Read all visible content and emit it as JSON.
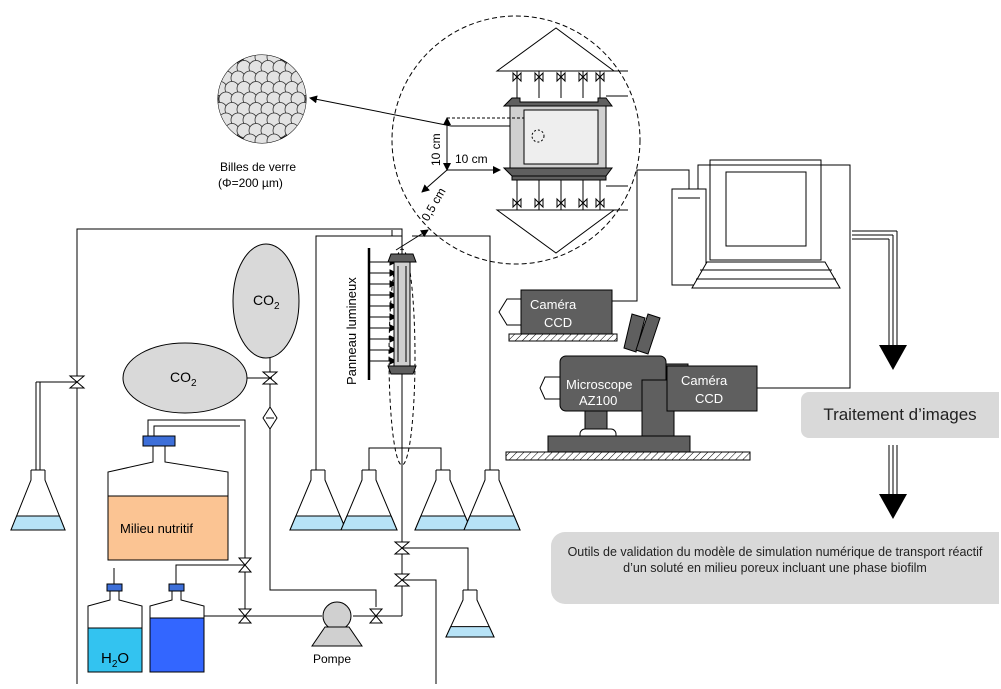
{
  "labels": {
    "billes_line1": "Billes de verre",
    "billes_line2": "(Φ=200 µm)",
    "dim_10cm_vertical": "10 cm",
    "dim_10cm_horizontal": "10 cm",
    "dim_05cm": "0,5 cm",
    "panneau": "Panneau lumineux",
    "co2_top": "CO",
    "co2_left": "CO",
    "co2_subscript": "2",
    "milieu": "Milieu nutritif",
    "h2o_main": "H",
    "h2o_sub": "2",
    "h2o_end": "O",
    "pompe": "Pompe",
    "camera1_line1": "Caméra",
    "camera1_line2": "CCD",
    "camera2_line1": "Caméra",
    "camera2_line2": "CCD",
    "microscope_line1": "Microscope",
    "microscope_line2": "AZ100",
    "traitement": "Traitement d’images",
    "outils": "Outils de validation du modèle de simulation numérique de transport réactif d’un soluté en milieu poreux incluant une phase biofilm"
  },
  "colors": {
    "ink": "#000000",
    "device_dark": "#5f5f5f",
    "device_light": "#d0d0d0",
    "co2_fill": "#d9d9d9",
    "nutrient": "#fbc493",
    "nutrient_cap": "#3d6fd9",
    "water_light": "#33c3f0",
    "water_dark": "#3366ff",
    "liquid": "#b7e3f7",
    "label_box": "#d9d9d9"
  }
}
